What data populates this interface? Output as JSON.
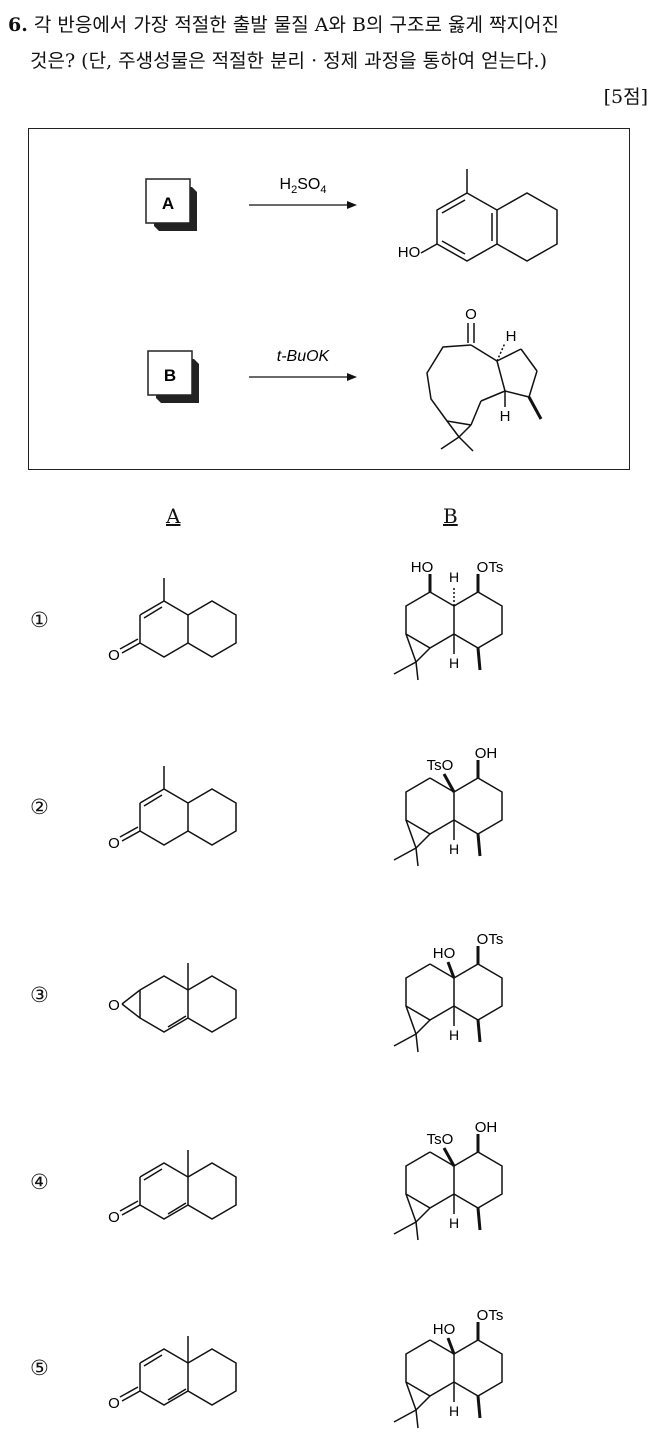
{
  "question": {
    "number": "6.",
    "line1": "각 반응에서 가장 적절한 출발 물질 A와 B의 구조로 옳게 짝지어진",
    "line2": "것은? (단, 주생성물은 적절한 분리 · 정제 과정을 통하여 얻는다.)",
    "points": "[5점]"
  },
  "scheme": {
    "reaction_a": {
      "box_label": "A",
      "reagent": "H2SO4",
      "product_label": "HO"
    },
    "reaction_b": {
      "box_label": "B",
      "reagent": "t-BuOK",
      "product_labels": [
        "O",
        "H",
        "H"
      ]
    }
  },
  "columns": {
    "a": "A",
    "b": "B"
  },
  "options": [
    {
      "label": "①",
      "a_labels": [
        "O"
      ],
      "b_labels": [
        "HO",
        "H",
        "OTs",
        "H"
      ]
    },
    {
      "label": "②",
      "a_labels": [
        "O"
      ],
      "b_labels": [
        "TsO",
        "OH",
        "H"
      ]
    },
    {
      "label": "③",
      "a_labels": [
        "O"
      ],
      "b_labels": [
        "HO",
        "OTs",
        "H"
      ]
    },
    {
      "label": "④",
      "a_labels": [
        "O"
      ],
      "b_labels": [
        "TsO",
        "OH",
        "H"
      ]
    },
    {
      "label": "⑤",
      "a_labels": [
        "O"
      ],
      "b_labels": [
        "HO",
        "OTs",
        "H"
      ]
    }
  ]
}
